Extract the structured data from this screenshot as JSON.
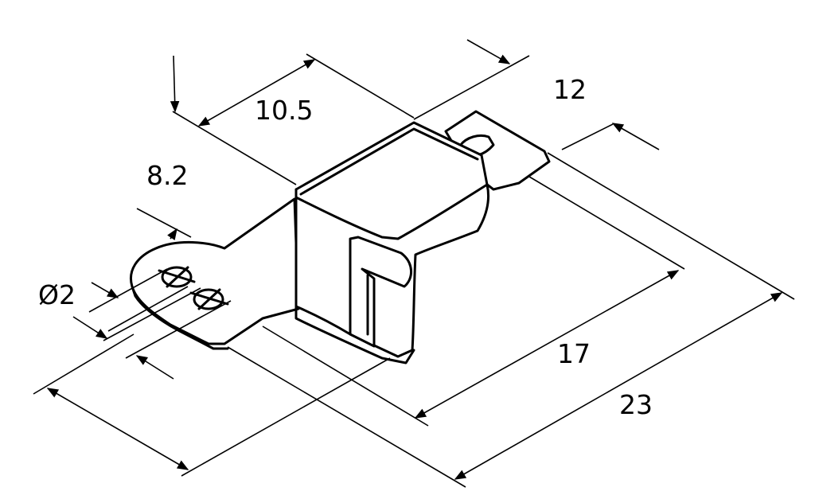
{
  "dimensions": {
    "width_10_5": "10.5",
    "width_12": "12",
    "width_8_2": "8.2",
    "hole_diameter": "Ø2",
    "length_17": "17",
    "length_23": "23"
  },
  "colors": {
    "stroke": "#000000",
    "fill": "#ffffff"
  }
}
